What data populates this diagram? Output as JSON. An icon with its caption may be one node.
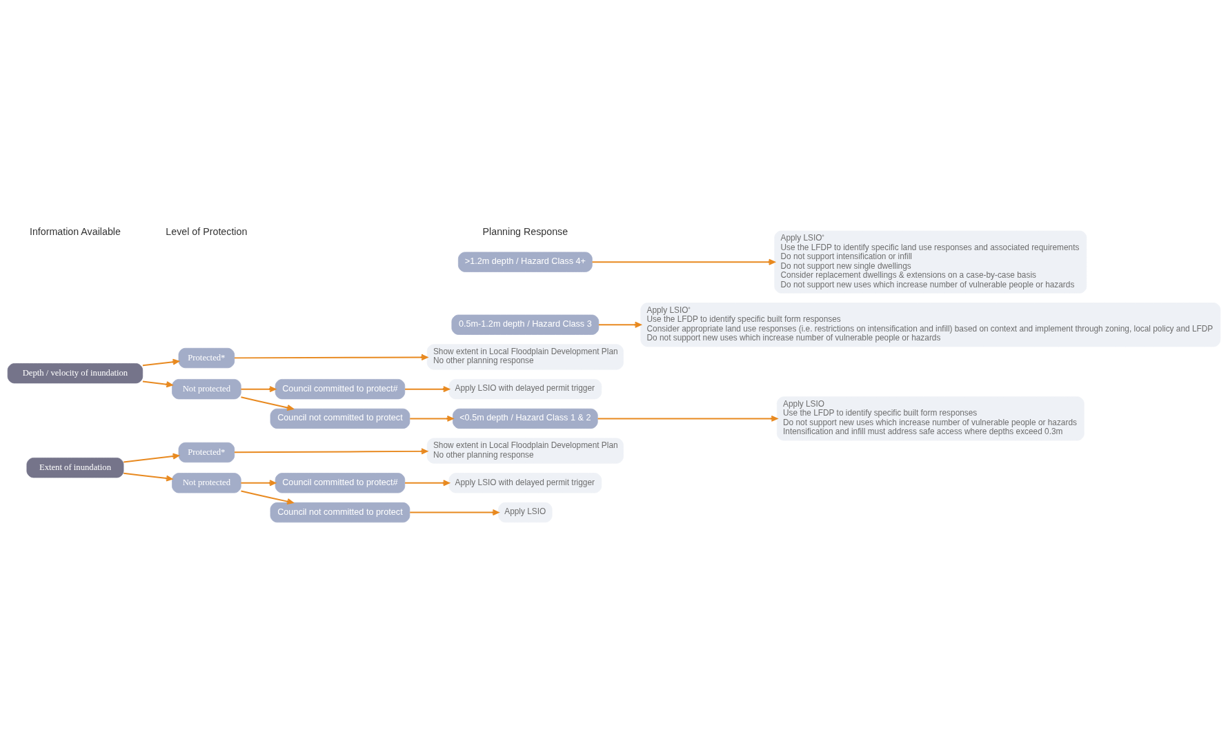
{
  "diagram": {
    "nodes": [
      {
        "text": [
          "Extent of inundation"
        ]
      },
      {
        "text": [
          "Protected*"
        ]
      },
      {
        "text": [
          "Not protected"
        ]
      },
      {
        "text": [
          "Council committed to protect#"
        ]
      },
      {
        "text": [
          "Council not committed to protect"
        ]
      },
      {
        "text": [
          "Show extent in Local Floodplain Development Plan",
          "No other planning response"
        ]
      },
      {
        "text": [
          "Apply LSIO with delayed permit trigger"
        ]
      },
      {
        "text": [
          "Apply LSIO"
        ]
      },
      {
        "text": [
          "Depth / velocity of inundation"
        ]
      },
      {
        "text": [
          "Protected*"
        ]
      },
      {
        "text": [
          "Not protected"
        ]
      },
      {
        "text": [
          "Council committed to protect#"
        ]
      },
      {
        "text": [
          "Council not committed to protect"
        ]
      },
      {
        "text": [
          "Show extent in Local Floodplain Development Plan",
          "No other planning response"
        ]
      },
      {
        "text": [
          "Apply LSIO with delayed permit trigger"
        ]
      },
      {
        "text": [
          "<0.5m depth / Hazard Class 1 & 2"
        ]
      },
      {
        "text": [
          "Apply LSIO",
          "Use the LFDP to identify specific built form responses",
          "Do not support new uses which increase number of vulnerable people or hazards",
          "Intensification and infill must address safe access where depths exceed 0.3m"
        ]
      },
      {
        "text": [
          "0.5m-1.2m depth / Hazard Class 3"
        ]
      },
      {
        "text": [
          "Apply LSIO⁺",
          "Use the LFDP to identify specific built form responses",
          "Consider appropriate land use responses (i.e. restrictions on intensification and infill) based on context and implement through zoning, local policy and LFDP",
          "Do not support new uses which increase number of vulnerable people or hazards"
        ]
      },
      {
        "text": [
          ">1.2m depth / Hazard Class 4+"
        ]
      },
      {
        "text": [
          "Apply LSIO⁺",
          "Use the LFDP to identify specific land use responses and associated requirements",
          "Do not support intensification or infill",
          "Do not support new single dwellings",
          "Consider replacement dwellings & extensions on a case-by-case basis",
          "Do not support new uses which increase number of vulnerable people or hazards"
        ]
      }
    ],
    "edges": [
      {
        "from": 0,
        "to": 1,
        "arrow": "to"
      },
      {
        "from": 0,
        "to": 2,
        "arrow": "to"
      },
      {
        "from": 1,
        "to": 5,
        "arrow": "to"
      },
      {
        "from": 2,
        "to": 3,
        "arrow": "to"
      },
      {
        "from": 2,
        "to": 4,
        "arrow": "to"
      },
      {
        "from": 3,
        "to": 6,
        "arrow": "to"
      },
      {
        "from": 4,
        "to": 7,
        "arrow": "to"
      },
      {
        "from": 8,
        "to": 9,
        "arrow": "to"
      },
      {
        "from": 8,
        "to": 10,
        "arrow": "to"
      },
      {
        "from": 9,
        "to": 13,
        "arrow": "to"
      },
      {
        "from": 10,
        "to": 11,
        "arrow": "to"
      },
      {
        "from": 10,
        "to": 12,
        "arrow": "to"
      },
      {
        "from": 11,
        "to": 14,
        "arrow": "to"
      },
      {
        "from": 12,
        "to": 15,
        "arrow": "to"
      },
      {
        "from": 15,
        "to": 16,
        "arrow": "to"
      },
      {
        "from": 17,
        "to": 18,
        "arrow": "to"
      },
      {
        "from": 19,
        "to": 20,
        "arrow": "to"
      }
    ],
    "labels": [
      "Information Available",
      "Level of Protection",
      "Planning Response"
    ]
  }
}
